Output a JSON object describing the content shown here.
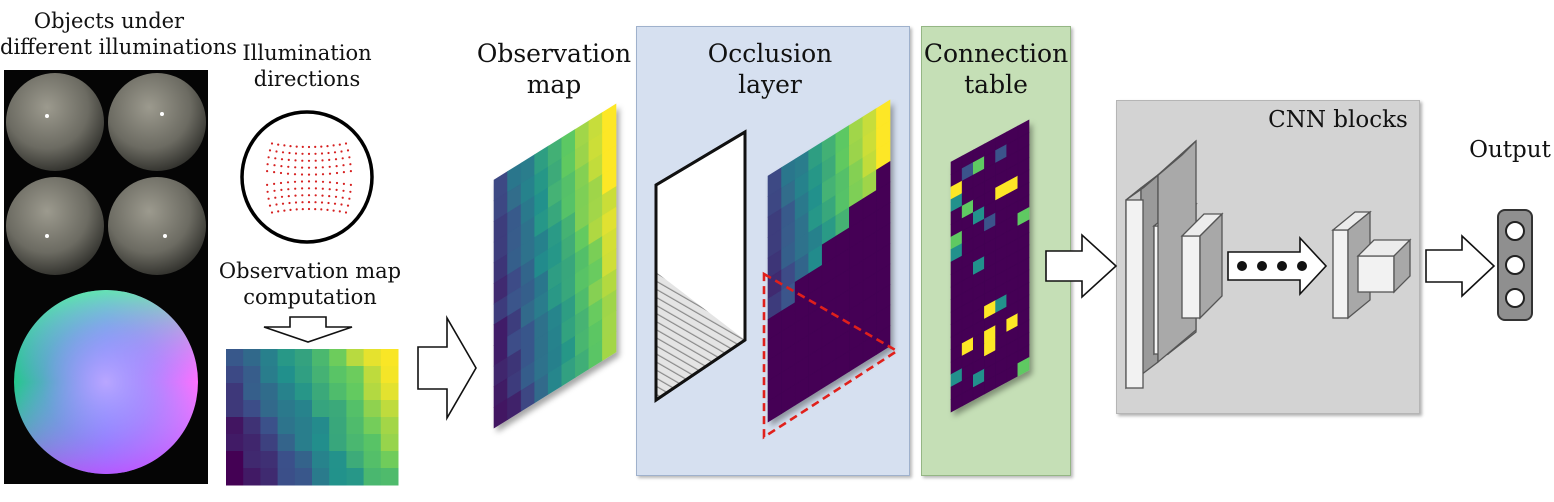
{
  "labels": {
    "objects": [
      "Objects under",
      "different illuminations"
    ],
    "illumination": [
      "Illumination",
      "directions"
    ],
    "obs_comp": [
      "Observation map",
      "computation"
    ],
    "obs_map": [
      "Observation",
      "map"
    ],
    "occlusion": [
      "Occlusion",
      "layer"
    ],
    "connection": [
      "Connection",
      "table"
    ],
    "cnn": "CNN blocks",
    "output": "Output"
  },
  "colors": {
    "occlusion_panel": "#d6e0f0",
    "connection_panel": "#c5dfb6",
    "cnn_panel": "#d3d3d3",
    "viridis_dark": "#440154",
    "viridis_yellow": "#fde725",
    "occlusion_outline": "#e0201b"
  },
  "icons": [
    "arrow-right-icon",
    "sphere-icon",
    "circle-icon",
    "ellipsis-icon"
  ]
}
